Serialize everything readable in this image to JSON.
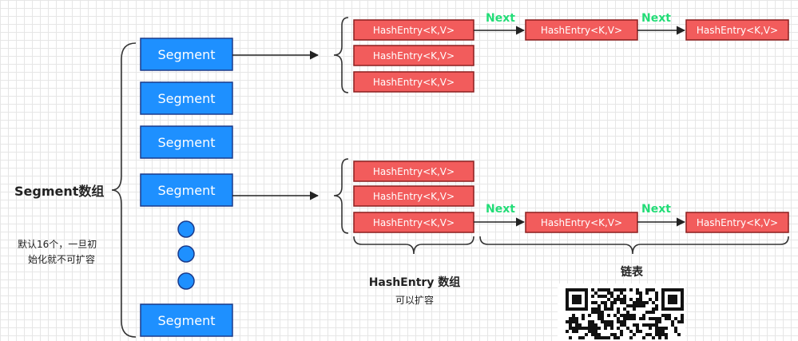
{
  "segment_array": {
    "title": "Segment数组",
    "note_lines": [
      "默认16个，一旦初",
      "始化就不可扩容"
    ],
    "segment_label": "Segment"
  },
  "hash_entry": {
    "label": "HashEntry<K,V>",
    "next_label": "Next"
  },
  "hash_entry_array": {
    "title": "HashEntry 数组",
    "subtitle": "可以扩容"
  },
  "linked_list": {
    "title": "链表"
  },
  "colors": {
    "segment_fill": "#1e90ff",
    "entry_fill": "#f25c5c",
    "next_text": "#22dd77"
  },
  "icons": {
    "qr": "qr-code-icon"
  }
}
